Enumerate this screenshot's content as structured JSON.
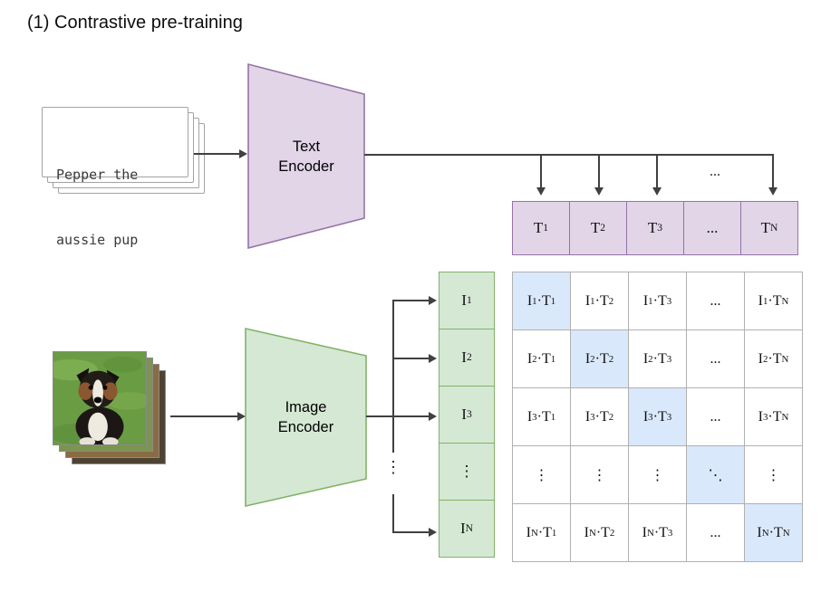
{
  "title": "(1) Contrastive pre-training",
  "text_input": {
    "lines": [
      "Pepper the",
      "aussie pup"
    ]
  },
  "text_encoder": {
    "line1": "Text",
    "line2": "Encoder"
  },
  "image_encoder": {
    "line1": "Image",
    "line2": "Encoder"
  },
  "ellipsis_top": "...",
  "ellipsis_branch": "⋮",
  "t_row": {
    "cells": [
      "T_1",
      "T_2",
      "T_3",
      "...",
      "T_N"
    ]
  },
  "i_column": {
    "cells": [
      "I_1",
      "I_2",
      "I_3",
      "⋮",
      "I_N"
    ]
  },
  "matrix": {
    "diagonal_highlight": true,
    "rows": [
      [
        "I_1·T_1",
        "I_1·T_2",
        "I_1·T_3",
        "...",
        "I_1·T_N"
      ],
      [
        "I_2·T_1",
        "I_2·T_2",
        "I_2·T_3",
        "...",
        "I_2·T_N"
      ],
      [
        "I_3·T_1",
        "I_3·T_2",
        "I_3·T_3",
        "...",
        "I_3·T_N"
      ],
      [
        "⋮",
        "⋮",
        "⋮",
        "⋱",
        "⋮"
      ],
      [
        "I_N·T_1",
        "I_N·T_2",
        "I_N·T_3",
        "...",
        "I_N·T_N"
      ]
    ]
  },
  "colors": {
    "purple_fill": "#E1D5E7",
    "purple_stroke": "#9673A6",
    "green_fill": "#D5E8D4",
    "green_stroke": "#82B366",
    "blue_fill": "#DAE8FC",
    "grid_stroke": "#b0b0b0",
    "line": "#404040"
  }
}
